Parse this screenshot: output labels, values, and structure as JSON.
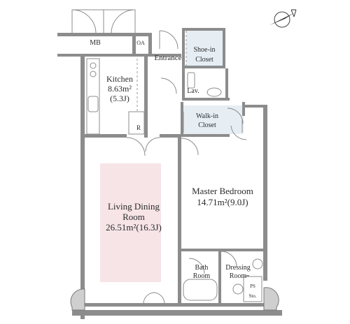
{
  "rooms": {
    "mb": "MB",
    "oa": "OA",
    "entrance": "Entrance",
    "shoe_closet": [
      "Shoe-in",
      "Closet"
    ],
    "kitchen": [
      "Kitchen",
      "8.63m²",
      "(5.3J)"
    ],
    "lav": "Lav.",
    "walkin_closet": [
      "Walk-in",
      "Closet"
    ],
    "refrigerator": "R",
    "living_dining": [
      "Living Dining",
      "Room",
      "26.51m²(16.3J)"
    ],
    "master_bedroom": [
      "Master Bedroom",
      "14.71m²(9.0J)"
    ],
    "bath": [
      "Bath",
      "Room"
    ],
    "dressing": [
      "Dressing",
      "Room"
    ],
    "ps": "PS",
    "sto": "Sto."
  },
  "colors": {
    "living_highlight": "#f6e4e7",
    "closet_fill": "#e6eef4",
    "wall": "#8c8c8c"
  },
  "icons": {
    "compass": "north-arrow-icon"
  }
}
